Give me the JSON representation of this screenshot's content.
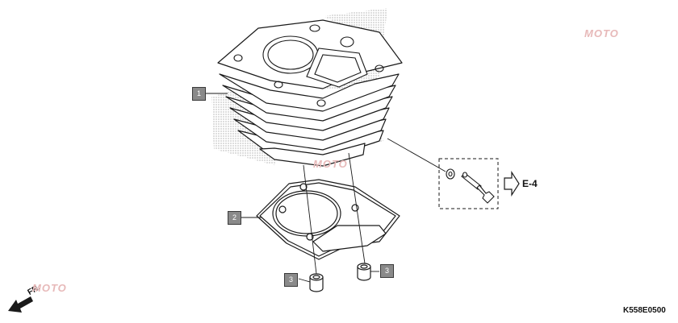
{
  "callouts": {
    "part1": "1",
    "part2": "2",
    "part3a": "3",
    "part3b": "3"
  },
  "reference": {
    "label": "E-4"
  },
  "direction": {
    "label": "FR."
  },
  "diagram_code": "K558E0500",
  "watermark": {
    "text": "MOTO"
  },
  "colors": {
    "line": "#1a1a1a",
    "callout_fill": "#8a8a8a",
    "stipple": "#9a9a9a",
    "watermark": "#e7b9b9"
  }
}
